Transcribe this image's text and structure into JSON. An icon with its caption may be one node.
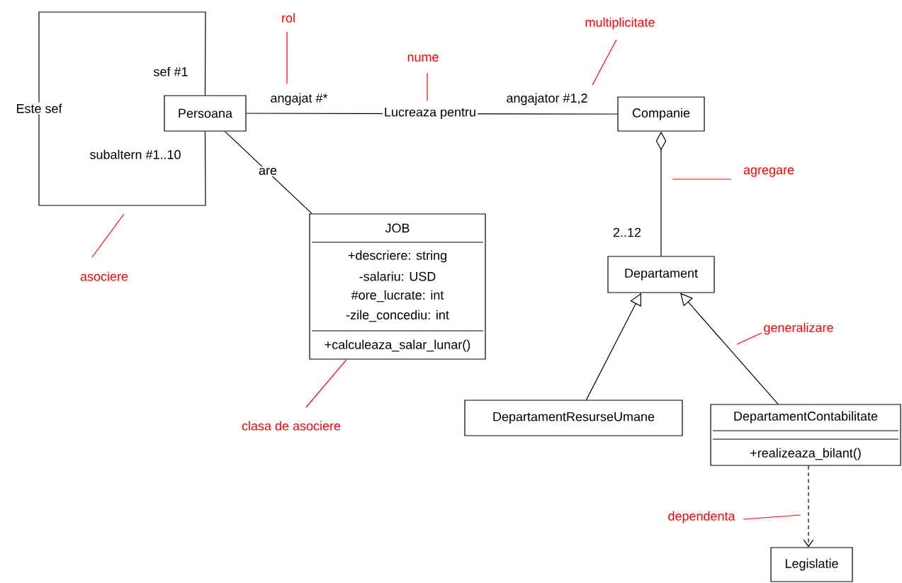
{
  "diagram": {
    "nodes": [
      {
        "text": [
          "Persoana"
        ]
      },
      {
        "text": [
          "Companie"
        ]
      },
      {
        "text": [
          "JOB",
          "+descriere: string",
          "-salariu: USD",
          "#ore_lucrate: int",
          "-zile_concediu: int",
          "+calculeaza_salar_lunar()"
        ]
      },
      {
        "text": [
          "Departament"
        ]
      },
      {
        "text": [
          "DepartamentResurseUmane"
        ]
      },
      {
        "text": [
          "DepartamentContabilitate",
          "+realizeaza_bilant()"
        ]
      },
      {
        "text": [
          "Legislatie"
        ]
      },
      {
        "text": [
          "rol"
        ]
      },
      {
        "text": [
          "nume"
        ]
      },
      {
        "text": [
          "multiplicitate"
        ]
      },
      {
        "text": [
          "agregare"
        ]
      },
      {
        "text": [
          "asociere"
        ]
      },
      {
        "text": [
          "clasa de asociere"
        ]
      },
      {
        "text": [
          "generalizare"
        ]
      },
      {
        "text": [
          "dependenta"
        ]
      }
    ],
    "edges": [
      {
        "from": 0,
        "to": 0,
        "arrow": "none",
        "label": "Este sef",
        "color": "#000000"
      },
      {
        "from": 0,
        "to": 1,
        "arrow": "none",
        "label": "Lucreaza pentru",
        "color": "#000000"
      },
      {
        "from": 0,
        "to": 2,
        "arrow": "none",
        "label": "are",
        "color": "#000000"
      },
      {
        "from": 1,
        "to": 3,
        "arrow": "other",
        "color": "#000000"
      },
      {
        "from": 4,
        "to": 3,
        "arrow": "to",
        "color": "#000000"
      },
      {
        "from": 5,
        "to": 3,
        "arrow": "to",
        "color": "#000000"
      },
      {
        "from": 5,
        "to": 6,
        "arrow": "to",
        "style": "dashed",
        "color": "#000000"
      },
      {
        "from": 7,
        "to": null,
        "arrow": "none",
        "color": "#ff0000"
      },
      {
        "from": 8,
        "to": null,
        "arrow": "none",
        "color": "#ff0000"
      },
      {
        "from": 9,
        "to": null,
        "arrow": "none",
        "color": "#ff0000"
      },
      {
        "from": 10,
        "to": null,
        "arrow": "none",
        "color": "#ff0000"
      },
      {
        "from": 11,
        "to": null,
        "arrow": "none",
        "color": "#ff0000"
      },
      {
        "from": 12,
        "to": 2,
        "arrow": "none",
        "color": "#ff0000"
      },
      {
        "from": 13,
        "to": null,
        "arrow": "none",
        "color": "#ff0000"
      },
      {
        "from": 14,
        "to": null,
        "arrow": "none",
        "color": "#ff0000"
      }
    ],
    "labels": [
      "sef #1",
      "angajat #*",
      "angajator #1,2",
      "subaltern #1..10",
      "2..12"
    ]
  }
}
